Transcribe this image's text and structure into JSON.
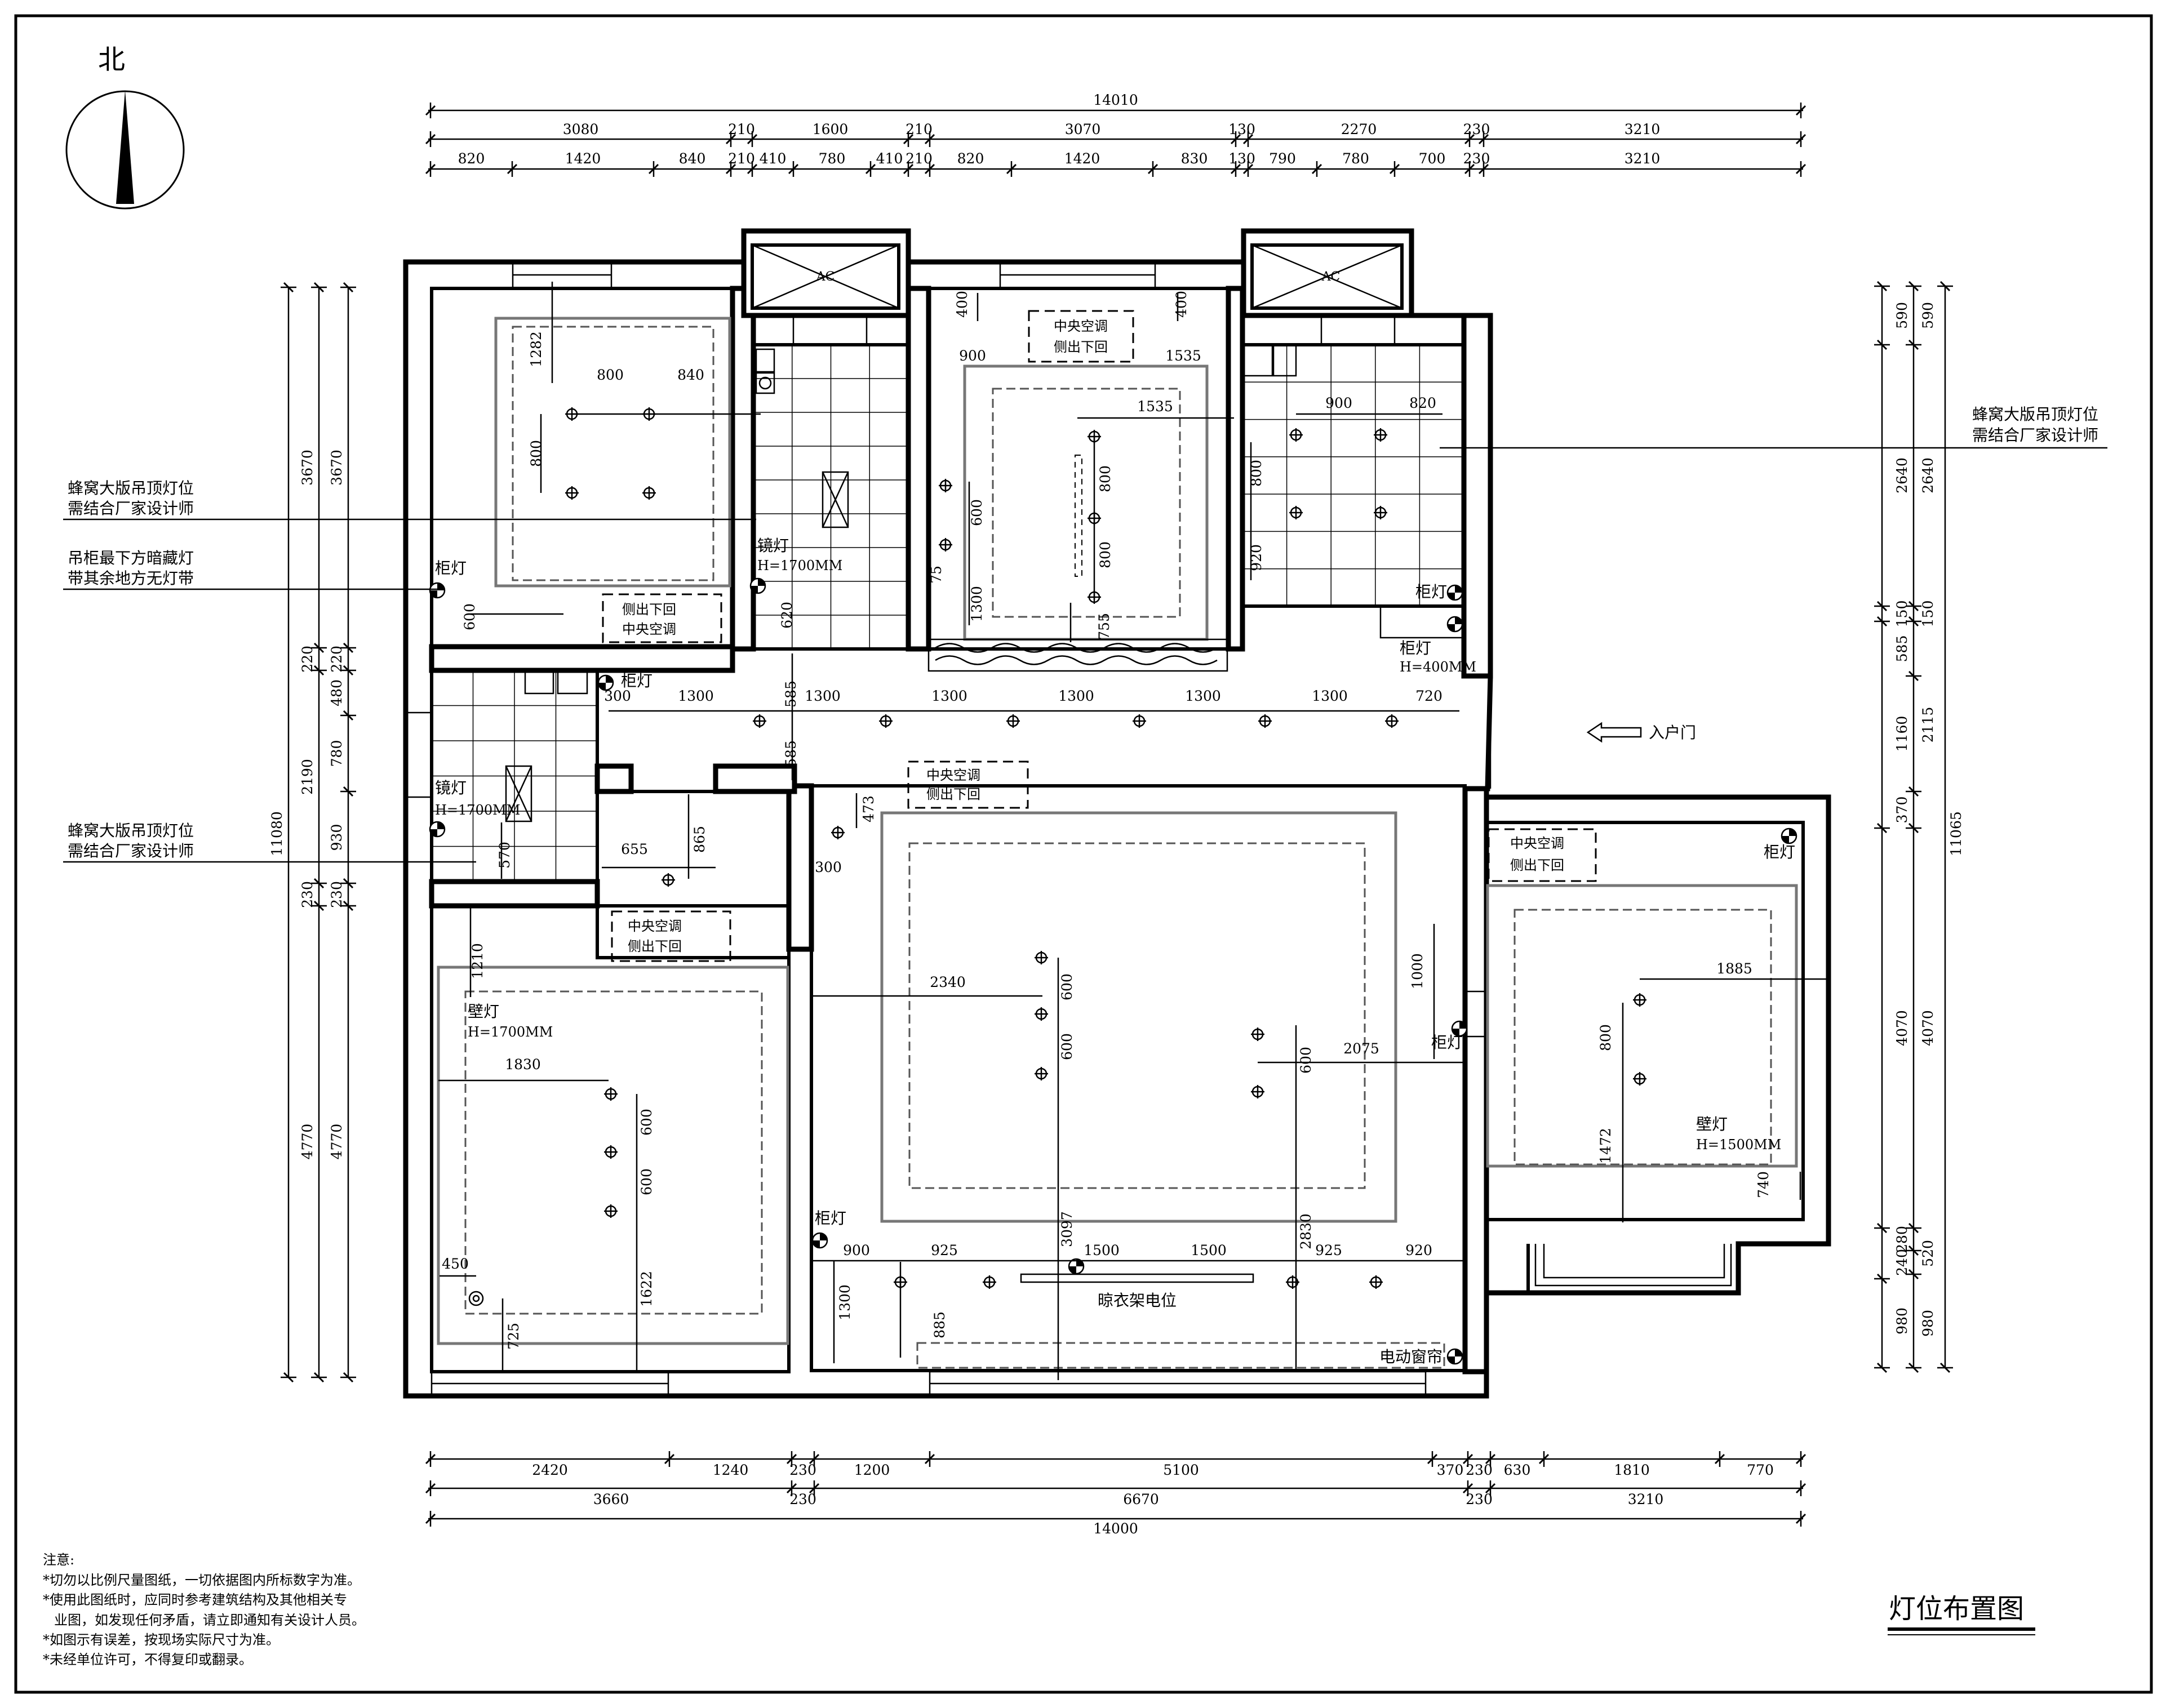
{
  "north": "北",
  "title": "灯位布置图",
  "notes": {
    "heading": "注意:",
    "lines": [
      "*切勿以比例尺量图纸，一切依据图内所标数字为准。",
      "*使用此图纸时，应同时参考建筑结构及其他相关专",
      "业图，如发现任何矛盾，请立即通知有关设计人员。",
      "*如图示有误差，按现场实际尺寸为准。",
      "*未经单位许可，不得复印或翻录。"
    ]
  },
  "callouts": {
    "left1": [
      "蜂窝大版吊顶灯位",
      "需结合厂家设计师"
    ],
    "left2": [
      "吊柜最下方暗藏灯",
      "带其余地方无灯带"
    ],
    "left3": [
      "蜂窝大版吊顶灯位",
      "需结合厂家设计师"
    ],
    "right1": [
      "蜂窝大版吊顶灯位",
      "需结合厂家设计师"
    ]
  },
  "labels": {
    "ac": "AC",
    "central_ac": [
      "中央空调",
      "侧出下回"
    ],
    "cabinet_light": "柜灯",
    "mirror_light": "镜灯",
    "mirror_h": "H=1700MM",
    "wall_light": "壁灯",
    "wall_h1": "H=1700MM",
    "wall_h2": "H=1500MM",
    "cab_h": "H=400MM",
    "entrance": "入户门",
    "clothes_rack": "晾衣架电位",
    "curtain": "电动窗帘"
  },
  "dims": {
    "top_total": "14010",
    "top_row1": [
      "3080",
      "210",
      "1600",
      "210",
      "3070",
      "130",
      "2270",
      "230",
      "3210"
    ],
    "top_row2": [
      "820",
      "1420",
      "840",
      "210",
      "410",
      "780",
      "410",
      "210",
      "820",
      "1420",
      "830",
      "130",
      "790",
      "780",
      "700",
      "230",
      "3210"
    ],
    "bottom_row1": [
      "2420",
      "1240",
      "230",
      "1200",
      "5100",
      "370",
      "230",
      "630",
      "1810",
      "770"
    ],
    "bottom_row2": [
      "3660",
      "230",
      "6670",
      "230",
      "3210"
    ],
    "bottom_total": "14000",
    "left_total": "11080",
    "left_a": [
      "3670",
      "220",
      "2190",
      "230",
      "4770"
    ],
    "left_b": [
      "3670",
      "220",
      "480",
      "780",
      "930",
      "230",
      "4770"
    ],
    "right_total": "11065",
    "right_a": [
      "590",
      "2640",
      "150",
      "2115",
      "4070",
      "520",
      "980"
    ],
    "right_b": [
      "590",
      "2640",
      "150",
      "585",
      "1160",
      "370",
      "4070",
      "280",
      "240",
      "980"
    ],
    "inner": {
      "br1_a": "800",
      "br1_b": "840",
      "br1_c": "1282",
      "br1_d": "800",
      "br1_e": "600",
      "k1_a": "620",
      "mid_a": "400",
      "mid_b": "400",
      "mid_c": "900",
      "mid_d": "1535",
      "mid_e": "800",
      "mid_f": "800",
      "mid_g": "600",
      "mid_h": "75",
      "mid_i": "1300",
      "mid_j": "755",
      "k2_a": "900",
      "k2_b": "820",
      "k2_c": "800",
      "k2_d": "920",
      "corr": [
        "300",
        "1300",
        "1300",
        "1300",
        "1300",
        "1300",
        "1300",
        "720"
      ],
      "corr_v1": "585",
      "corr_v2": "585",
      "hall_a": "655",
      "hall_b": "865",
      "hall_c": "570",
      "liv_a": "473",
      "liv_b": "300",
      "liv_c": "2340",
      "liv_d": "600",
      "liv_e": "600",
      "liv_f": "3097",
      "liv_g": "600",
      "liv_h": "2075",
      "liv_i": "2830",
      "liv_bot": [
        "900",
        "925",
        "1500",
        "1500",
        "925",
        "920"
      ],
      "liv_j": "1300",
      "liv_k": "885",
      "bl_a": "1210",
      "bl_b": "1830",
      "bl_c": "600",
      "bl_d": "600",
      "bl_e": "1622",
      "bl_f": "450",
      "bl_g": "725",
      "br_a": "1000",
      "br_b": "1885",
      "br_c": "800",
      "br_d": "1472",
      "br_e": "740"
    }
  }
}
